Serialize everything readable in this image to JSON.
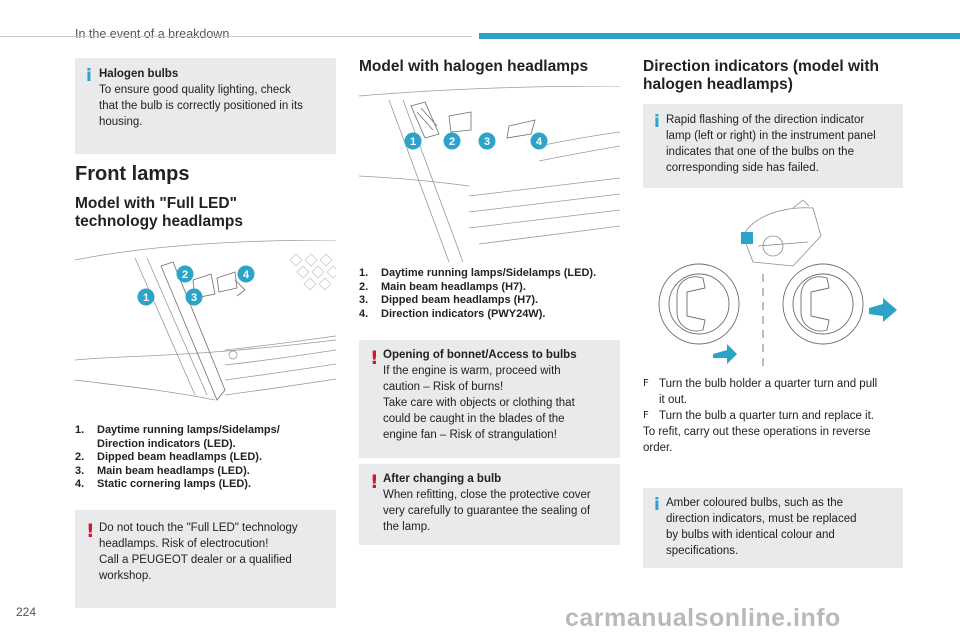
{
  "header": {
    "title": "In the event of a breakdown"
  },
  "page_number": "224",
  "watermark": "carmanualsonline.info",
  "halogen_note": {
    "title": "Halogen bulbs",
    "body": [
      "To ensure good quality lighting, check",
      "that the bulb is correctly positioned in its",
      "housing."
    ]
  },
  "front_lamps": {
    "heading": "Front lamps"
  },
  "full_led": {
    "heading_line1": "Model with \"Full LED\"",
    "heading_line2": "technology headlamps",
    "items": [
      {
        "n": "1.",
        "text1": "Daytime running lamps/Sidelamps/",
        "text2": "Direction indicators (LED)."
      },
      {
        "n": "2.",
        "text1": "Dipped beam headlamps (LED)."
      },
      {
        "n": "3.",
        "text1": "Main beam headlamps (LED)."
      },
      {
        "n": "4.",
        "text1": "Static cornering lamps (LED)."
      }
    ],
    "callouts": [
      "1",
      "2",
      "3",
      "4"
    ],
    "warning": [
      "Do not touch the \"Full LED\" technology",
      "headlamps. Risk of electrocution!",
      "Call a PEUGEOT dealer or a qualified",
      "workshop."
    ]
  },
  "halogen_model": {
    "heading": "Model with halogen headlamps",
    "items": [
      {
        "n": "1.",
        "text": "Daytime running lamps/Sidelamps (LED)."
      },
      {
        "n": "2.",
        "text": "Main beam headlamps (H7)."
      },
      {
        "n": "3.",
        "text": "Dipped beam headlamps (H7)."
      },
      {
        "n": "4.",
        "text": "Direction indicators (PWY24W)."
      }
    ],
    "callouts": [
      "1",
      "2",
      "3",
      "4"
    ],
    "warning_bonnet": {
      "title": "Opening of bonnet/Access to bulbs",
      "body": [
        "If the engine is warm, proceed with",
        "caution – Risk of burns!",
        "Take care with objects or clothing that",
        "could be caught in the blades of the",
        "engine fan – Risk of strangulation!"
      ]
    },
    "warning_after": {
      "title": "After changing a bulb",
      "body": [
        "When refitting, close the protective cover",
        "very carefully to guarantee the sealing of",
        "the lamp."
      ]
    }
  },
  "direction": {
    "heading_line1": "Direction indicators (model with",
    "heading_line2": "halogen headlamps)",
    "info": [
      "Rapid flashing of the direction indicator",
      "lamp (left or right) in the instrument panel",
      "indicates that one of the bulbs on the",
      "corresponding side has failed."
    ],
    "steps": [
      {
        "mark": "F",
        "line1": "Turn the bulb holder a quarter turn and pull",
        "line2": "it out."
      },
      {
        "mark": "F",
        "line1": "Turn the bulb a quarter turn and replace it."
      }
    ],
    "refit": [
      "To refit, carry out these operations in reverse",
      "order."
    ],
    "amber_note": [
      "Amber coloured bulbs, such as the",
      "direction indicators, must be replaced",
      "by bulbs with identical colour and",
      "specifications."
    ]
  },
  "colors": {
    "accent": "#2ca4c9",
    "warning": "#d6162d",
    "callout": "#2ca4c9",
    "box": "#e8eaeb"
  }
}
